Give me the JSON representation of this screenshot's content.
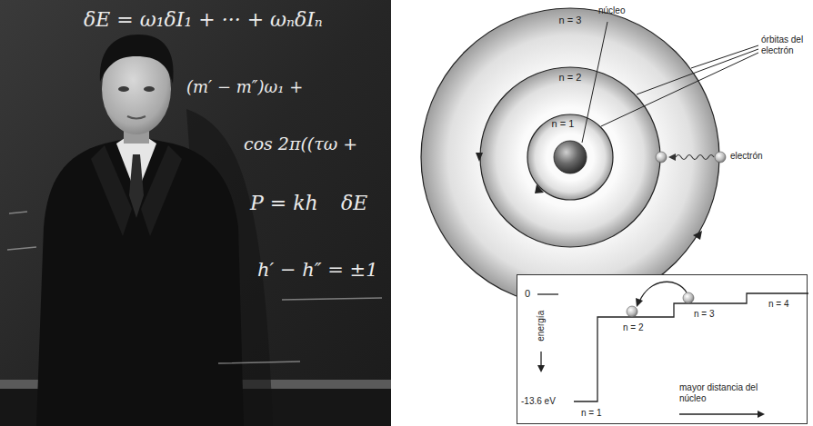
{
  "diagram": {
    "nodes": [
      {
        "text": [
          "n = 3"
        ]
      },
      {
        "text": [
          "n = 2"
        ],
        "in": 0
      },
      {
        "text": [
          "n = 1"
        ],
        "in": 1
      },
      {
        "text": [
          "0",
          "energía",
          "-13.6 eV",
          "n = 1",
          "n = 2",
          "n = 3",
          "n = 4",
          "mayor distancia del núcleo"
        ]
      }
    ],
    "labels": [
      "núcleo",
      "órbitas del electrón",
      "electrón",
      "δE = ω₁δI₁ + ··· + ωₙδIₙ",
      "(m′ − m″)ω₁ +",
      "cos 2π((τω +",
      "P = kh",
      "δE",
      "h′ − h″ = ±1"
    ]
  }
}
